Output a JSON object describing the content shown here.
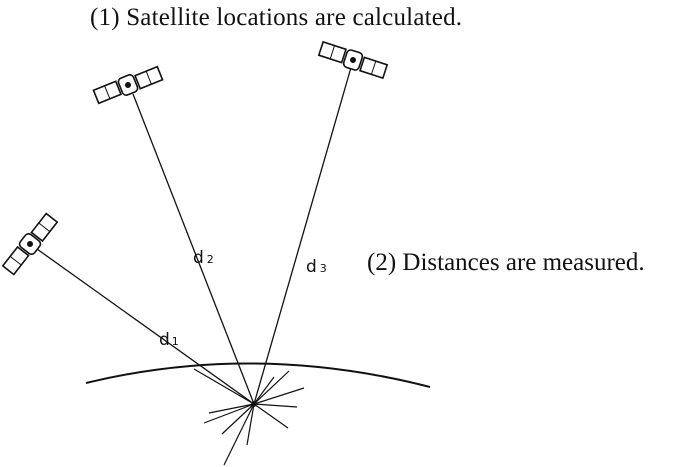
{
  "captions": {
    "top": "(1) Satellite locations are calculated.",
    "middle": "(2) Distances are measured."
  },
  "distance_labels": {
    "d1": {
      "letter": "d",
      "sub": "1"
    },
    "d2": {
      "letter": "d",
      "sub": "2"
    },
    "d3": {
      "letter": "d",
      "sub": "3"
    }
  },
  "colors": {
    "ink": "#111111",
    "background": "#ffffff"
  },
  "icons": [
    "satellite-icon",
    "receiver-burst-icon"
  ]
}
